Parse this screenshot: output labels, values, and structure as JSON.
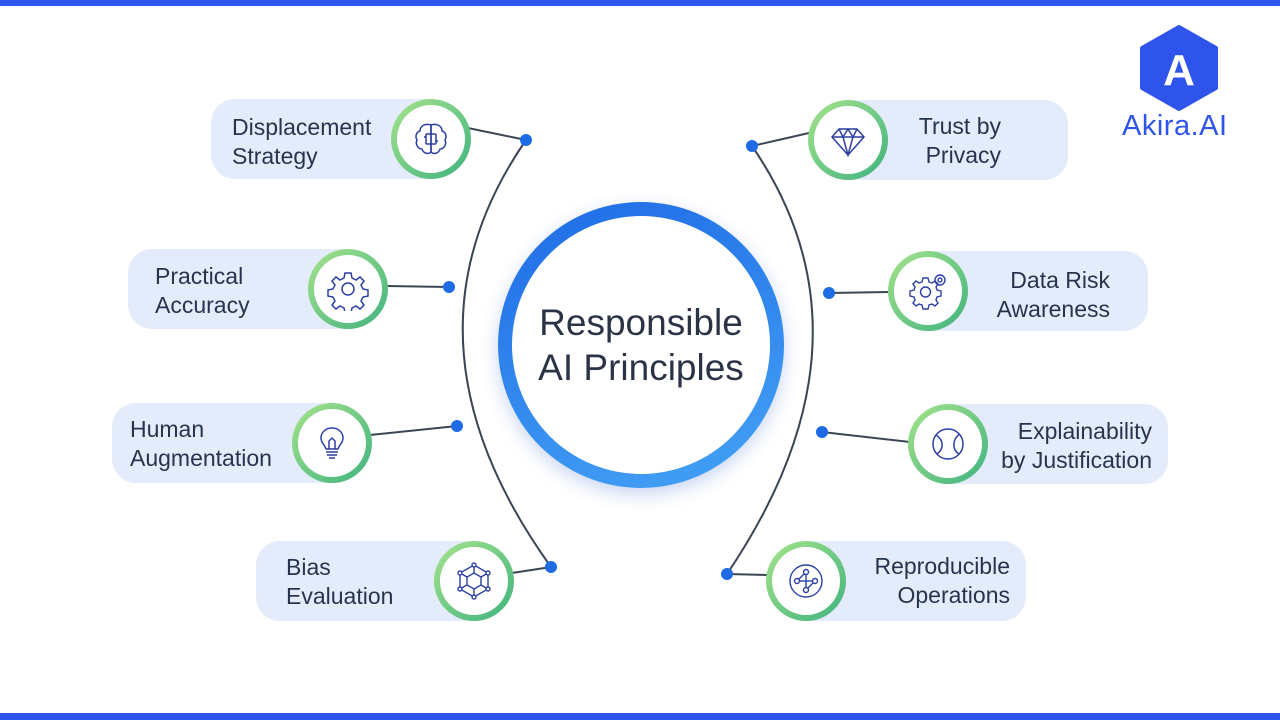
{
  "title": {
    "line1": "Responsible",
    "line2": "AI Principles"
  },
  "brand": {
    "name": "Akira.AI",
    "letter": "A",
    "color": "#2f54eb"
  },
  "principles": [
    {
      "line1": "Displacement",
      "line2": "Strategy",
      "icon": "brain-chip-icon"
    },
    {
      "line1": "Practical",
      "line2": "Accuracy",
      "icon": "gear-icon"
    },
    {
      "line1": "Human",
      "line2": "Augmentation",
      "icon": "lightbulb-icon"
    },
    {
      "line1": "Bias",
      "line2": "Evaluation",
      "icon": "network-hexagon-icon"
    },
    {
      "line1": "Trust by",
      "line2": "Privacy",
      "icon": "diamond-icon"
    },
    {
      "line1": "Data Risk",
      "line2": "Awareness",
      "icon": "gears-icon"
    },
    {
      "line1": "Explainability",
      "line2": "by Justification",
      "icon": "ball-icon"
    },
    {
      "line1": "Reproducible",
      "line2": "Operations",
      "icon": "nodes-circle-icon"
    }
  ],
  "colors": {
    "accent": "#2f54eb",
    "pill": "#e4ecfb",
    "ring_start": "#a6e38b",
    "ring_end": "#3fb37f",
    "dot": "#1f6be6"
  }
}
